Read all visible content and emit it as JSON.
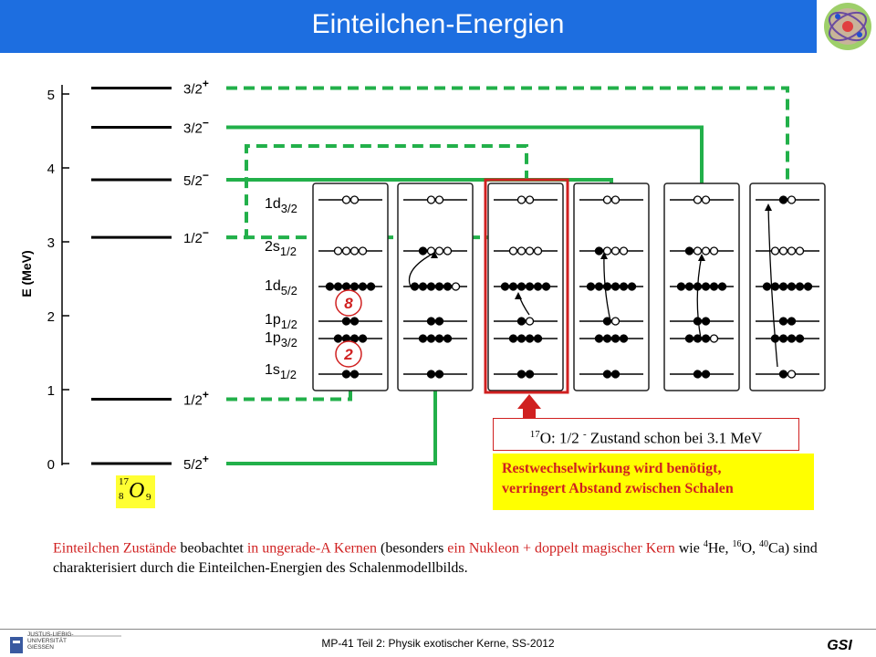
{
  "title": "Einteilchen-Energien",
  "colors": {
    "title_bar": "#1d6ee0",
    "connector": "#22b04a",
    "highlight": "#d02020",
    "note_bg": "#ffff00"
  },
  "energy_axis": {
    "label": "E (MeV)",
    "ticks": [
      "0",
      "1",
      "2",
      "3",
      "4",
      "5"
    ]
  },
  "levels": [
    {
      "energy": 0.0,
      "label": "5/2",
      "parity": "+"
    },
    {
      "energy": 0.87,
      "label": "1/2",
      "parity": "+"
    },
    {
      "energy": 3.06,
      "label": "1/2",
      "parity": "−"
    },
    {
      "energy": 3.84,
      "label": "5/2",
      "parity": "−"
    },
    {
      "energy": 4.55,
      "label": "3/2",
      "parity": "−"
    },
    {
      "energy": 5.08,
      "label": "3/2",
      "parity": "+"
    }
  ],
  "shells": [
    {
      "n": "1d",
      "j": "3/2"
    },
    {
      "n": "2s",
      "j": "1/2"
    },
    {
      "n": "1d",
      "j": "5/2"
    },
    {
      "n": "1p",
      "j": "1/2"
    },
    {
      "n": "1p",
      "j": "3/2"
    },
    {
      "n": "1s",
      "j": "1/2"
    }
  ],
  "magic_numbers": [
    "8",
    "2"
  ],
  "note_state": {
    "mass": "17",
    "text": "O: 1/2 ",
    "parity": "-",
    "rest": " Zustand schon bei 3.1 MeV"
  },
  "residual_note": {
    "line1": "Restwechselwirkung wird benötigt,",
    "line2": "verringert Abstand zwischen Schalen"
  },
  "isotope": {
    "mass": "17",
    "z": "8",
    "symbol": "O",
    "n": "9"
  },
  "description": {
    "p1": "Einteilchen Zustände",
    "p2": " beobachtet ",
    "p3": "in ungerade-A Kernen",
    "p4": " (besonders ",
    "p5": "ein Nukleon + doppelt magischer Kern",
    "p6": " wie ",
    "he_mass": "4",
    "p7": "He, ",
    "o_mass": "16",
    "p8": "O, ",
    "ca_mass": "40",
    "p9": "Ca) sind charakterisiert durch die Einteilchen-Energien des Schalenmodellbilds."
  },
  "university_logo_text": [
    "JUSTUS-LIEBIG-",
    "UNIVERSITÄT",
    "GIESSEN"
  ],
  "footer": "MP-41 Teil 2: Physik exotischer Kerne, SS-2012",
  "gsi_logo": "GSI"
}
